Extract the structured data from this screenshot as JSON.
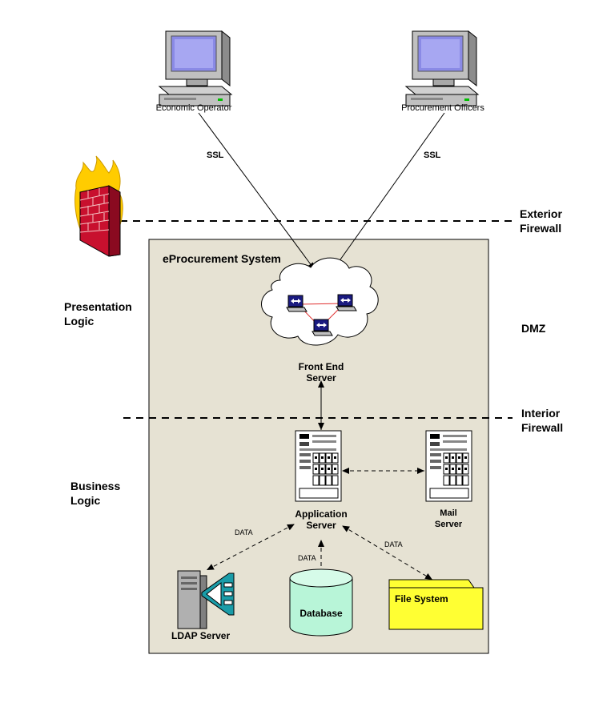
{
  "clients": {
    "economic_operator": "Economic Operator",
    "procurement_officers": "Procurement Officers"
  },
  "connections": {
    "ssl_left": "SSL",
    "ssl_right": "SSL",
    "data_ldap": "DATA",
    "data_db": "DATA",
    "data_fs": "DATA"
  },
  "zones": {
    "exterior_firewall": [
      "Exterior",
      "Firewall"
    ],
    "interior_firewall": [
      "Interior",
      "Firewall"
    ],
    "dmz": "DMZ",
    "presentation_logic": [
      "Presentation",
      "Logic"
    ],
    "business_logic": [
      "Business",
      "Logic"
    ]
  },
  "system": {
    "title": "eProcurement System",
    "front_end_server": [
      "Front End",
      "Server"
    ],
    "application_server": [
      "Application",
      "Server"
    ],
    "mail_server": [
      "Mail",
      "Server"
    ],
    "ldap_server": "LDAP Server",
    "database": "Database",
    "file_system": "File System"
  },
  "colors": {
    "system_box": "#e6e2d3",
    "monitor_body": "#c0c0c0",
    "screen": "#9999ee",
    "database": "#b8f5d8",
    "file_system": "#ffff33",
    "firewall_brick": "#c8102e",
    "flame": "#ffcc00"
  }
}
